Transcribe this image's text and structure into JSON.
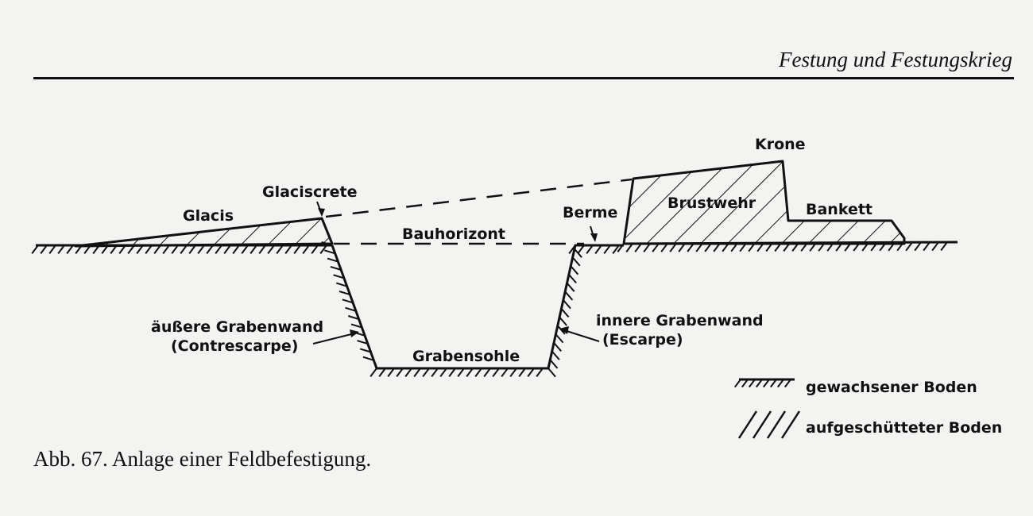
{
  "header": {
    "running_title": "Festung und Festungskrieg"
  },
  "diagram": {
    "labels": {
      "krone": "Krone",
      "glaciscrete": "Glaciscrete",
      "brustwehr": "Brustwehr",
      "glacis": "Glacis",
      "berme": "Berme",
      "bankett": "Bankett",
      "bauhorizont": "Bauhorizont",
      "aeussere_grabenwand": "äußere Grabenwand",
      "contrescarpe": "(Contrescarpe)",
      "innere_grabenwand": "innere Grabenwand",
      "escarpe": "(Escarpe)",
      "grabensohle": "Grabensohle"
    },
    "legend": {
      "natural_ground": "gewachsener Boden",
      "filled_ground": "aufgeschütteter Boden"
    }
  },
  "caption": "Abb. 67. Anlage einer Feldbefestigung."
}
